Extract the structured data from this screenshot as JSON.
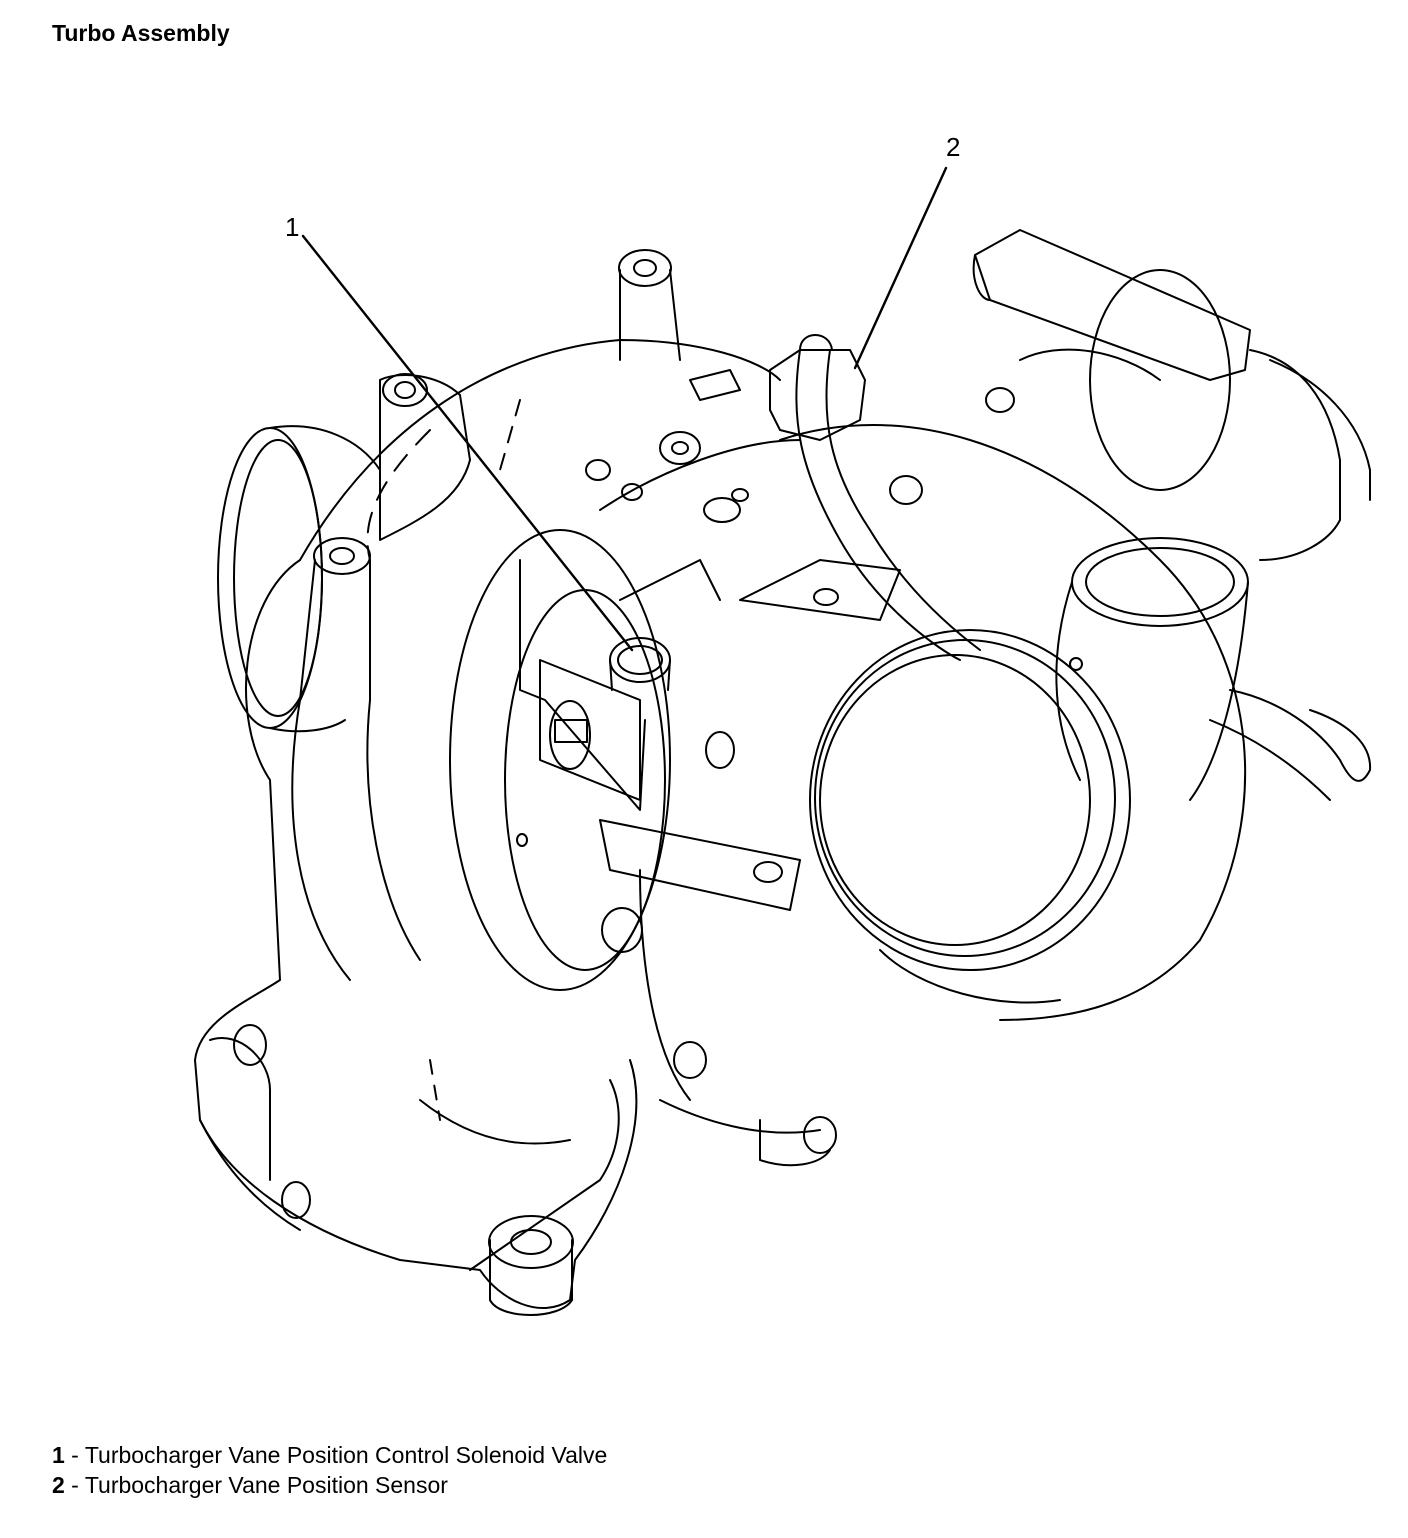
{
  "title": "Turbo Assembly",
  "callouts": [
    {
      "number": "1",
      "label": "Turbocharger Vane Position Control Solenoid Valve"
    },
    {
      "number": "2",
      "label": "Turbocharger Vane Position Sensor"
    }
  ],
  "legend_separator": " - ",
  "colors": {
    "line": "#000000",
    "background": "#ffffff"
  }
}
